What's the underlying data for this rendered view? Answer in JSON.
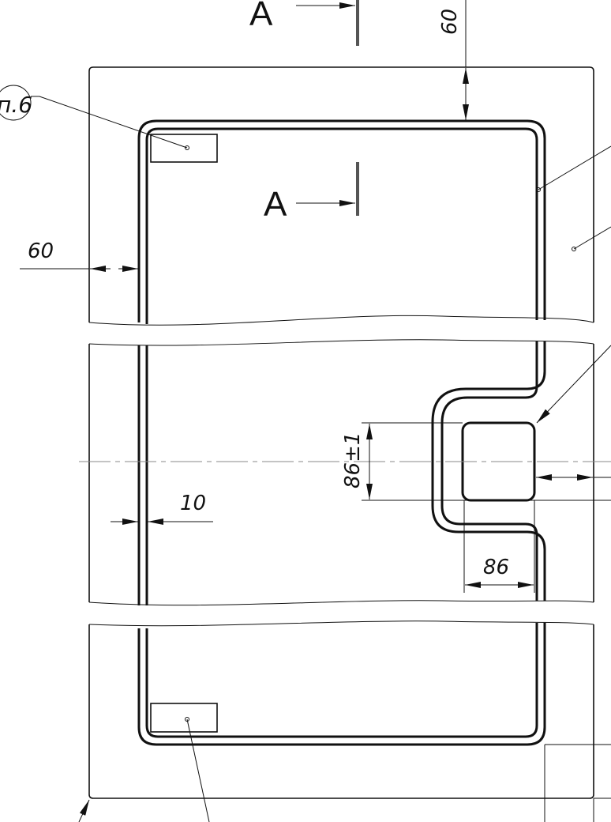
{
  "drawing": {
    "section_label_top": "А",
    "section_label_middle": "А",
    "callout_bubble": "п.6",
    "dimensions": {
      "top_margin": "60",
      "left_margin": "60",
      "channel_offset": "10",
      "notch_height": "86±1",
      "notch_width": "86"
    }
  },
  "colors": {
    "line": "#111111",
    "centerline": "#888888",
    "section_bar": "#555555"
  }
}
